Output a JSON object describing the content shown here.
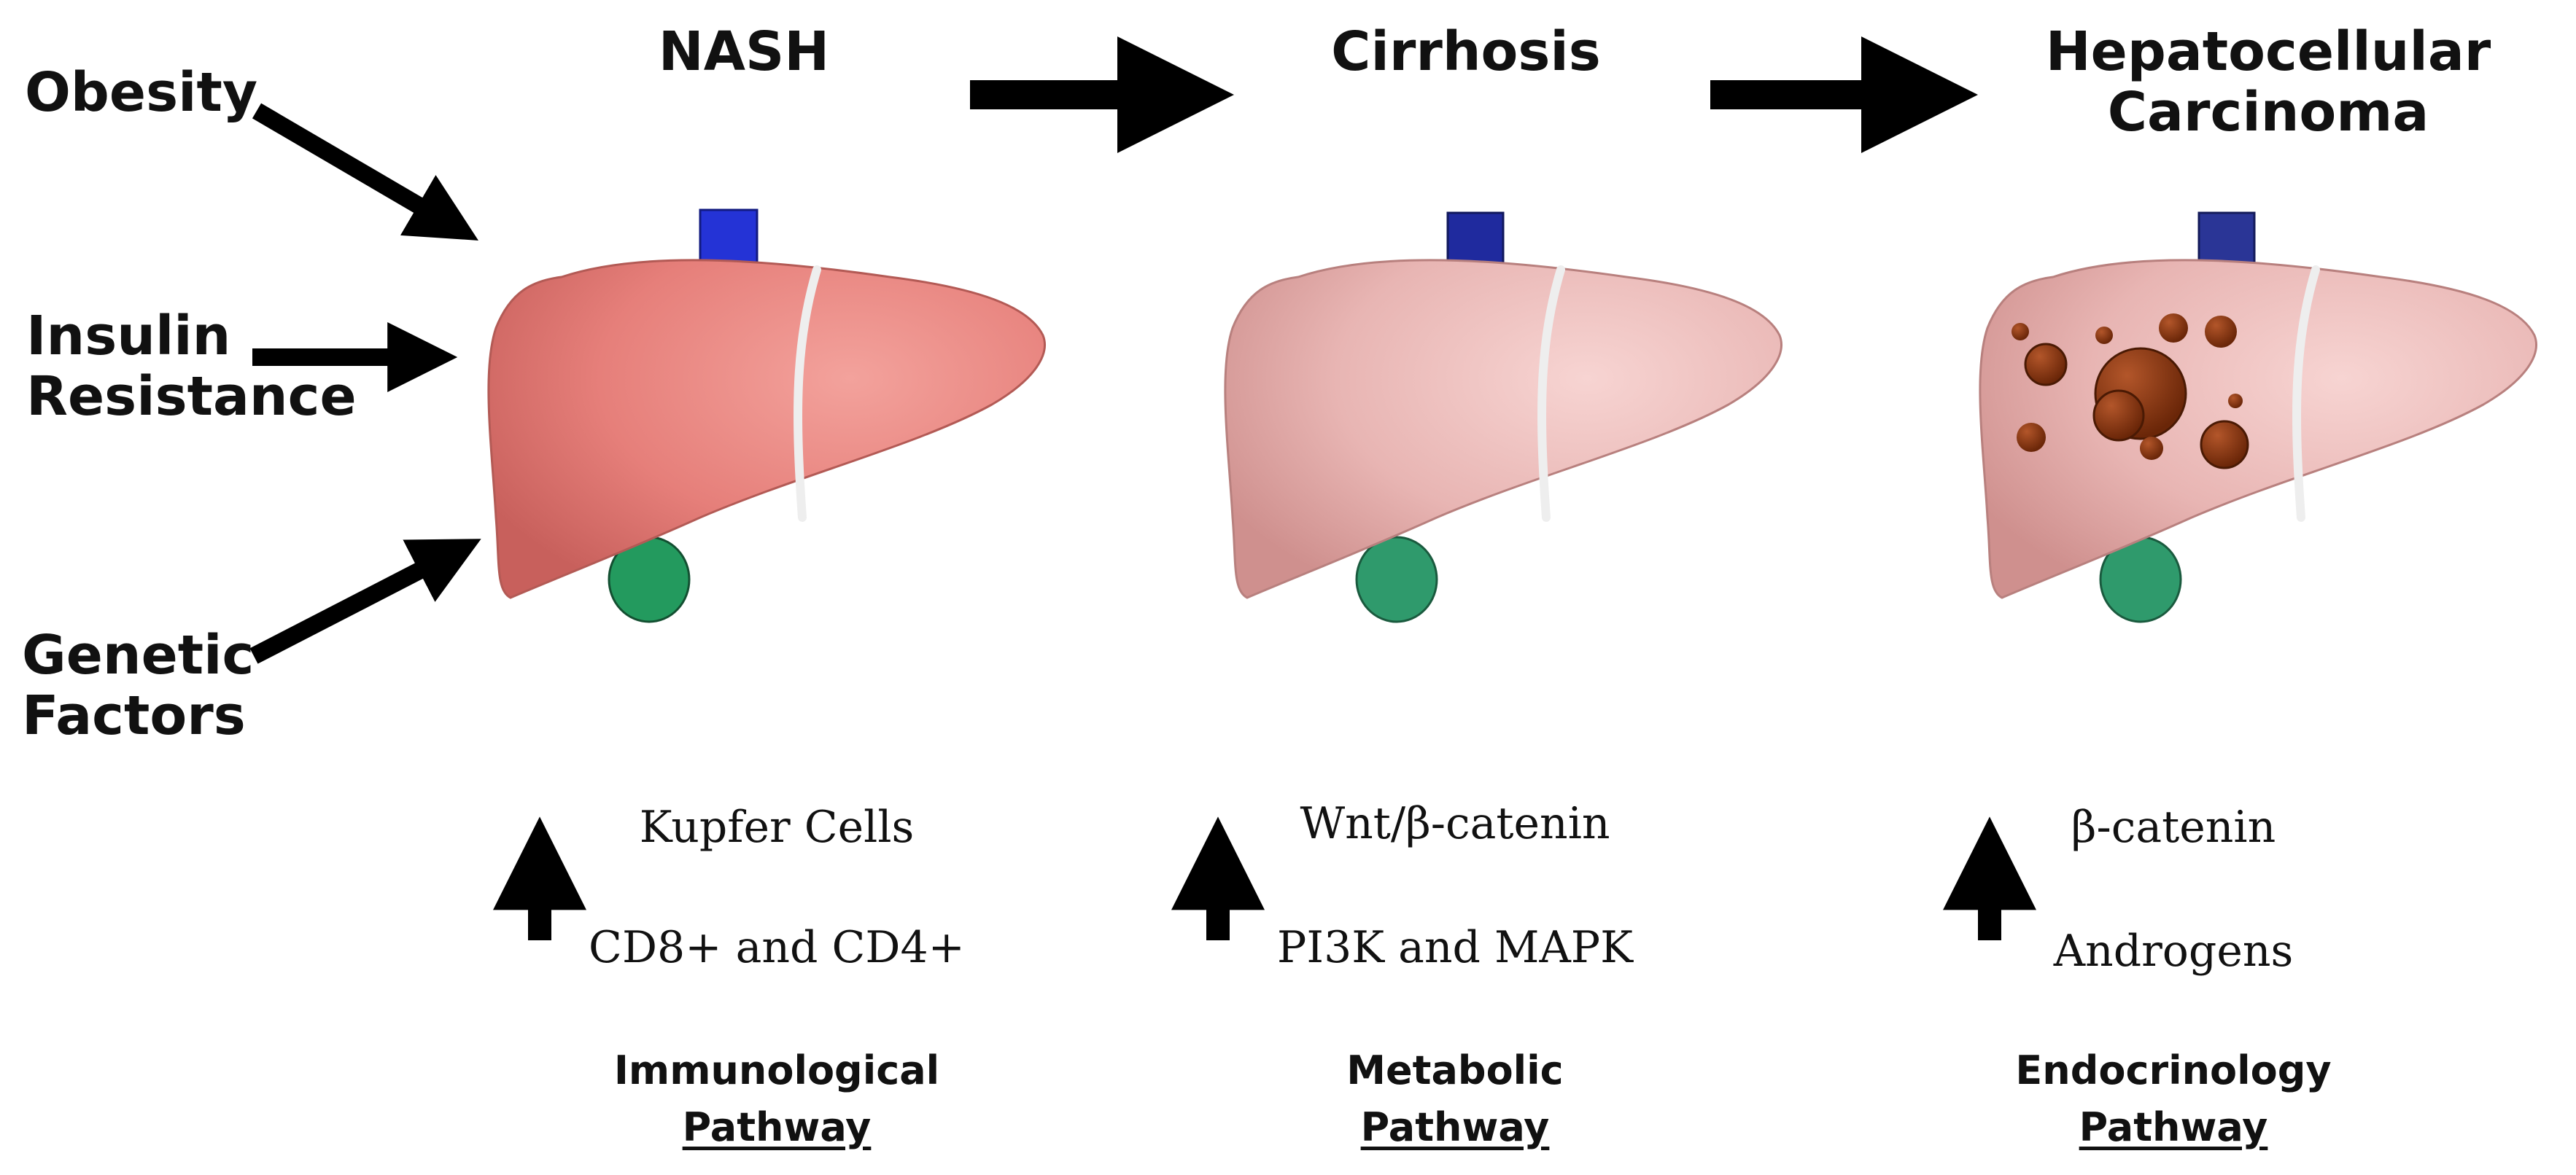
{
  "risk_factors": {
    "obesity": "Obesity",
    "insulin_line1": "Insulin",
    "insulin_line2": "Resistance",
    "genetic_line1": "Genetic",
    "genetic_line2": "Factors"
  },
  "stages": {
    "nash": "NASH",
    "cirrhosis": "Cirrhosis",
    "hcc_line1": "Hepatocellular",
    "hcc_line2": "Carcinoma"
  },
  "markers": {
    "nash": [
      "Kupfer Cells",
      "CD8+ and CD4+"
    ],
    "cirrhosis": [
      "Wnt/β-catenin",
      "PI3K and MAPK"
    ],
    "hcc": [
      "β-catenin",
      "Androgens"
    ]
  },
  "pathways": {
    "immunological_line1": "Immunological",
    "immunological_line2": "Pathway",
    "metabolic_line1": "Metabolic",
    "metabolic_line2": "Pathway",
    "endocrinology_line1": "Endocrinology",
    "endocrinology_line2": "Pathway"
  },
  "colors": {
    "nash_liver": "#e67f7a",
    "cirrhotic_liver": "#e8b5b3",
    "vena_cava": "#2433d6",
    "gallbladder": "#239a5e",
    "tumor": "#7a2f0c",
    "arrow": "#000000"
  }
}
